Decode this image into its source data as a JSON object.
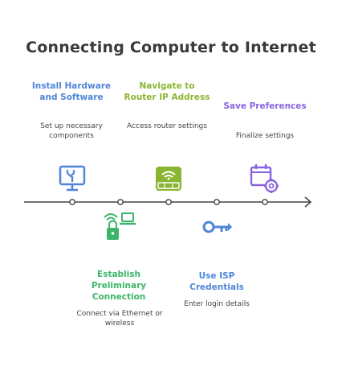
{
  "title": "Connecting Computer to Internet",
  "colors": {
    "blue": "#4f86d8",
    "green_lime": "#8ab531",
    "purple": "#8a63e0",
    "green": "#3cb56a",
    "line": "#444444"
  },
  "steps": [
    {
      "title": "Install Hardware and Software",
      "description": "Set up necessary components",
      "icon": "tools-monitor-icon",
      "color": "#4f86d8"
    },
    {
      "title": "Establish Preliminary Connection",
      "description": "Connect via Ethernet or wireless",
      "icon": "wifi-lock-laptop-icon",
      "color": "#3cb56a"
    },
    {
      "title": "Navigate to Router IP Address",
      "description": "Access router settings",
      "icon": "router-icon",
      "color": "#8ab531"
    },
    {
      "title": "Use ISP Credentials",
      "description": "Enter login details",
      "icon": "key-icon",
      "color": "#4f86d8"
    },
    {
      "title": "Save Preferences",
      "description": "Finalize settings",
      "icon": "calendar-gear-icon",
      "color": "#8a63e0"
    }
  ]
}
